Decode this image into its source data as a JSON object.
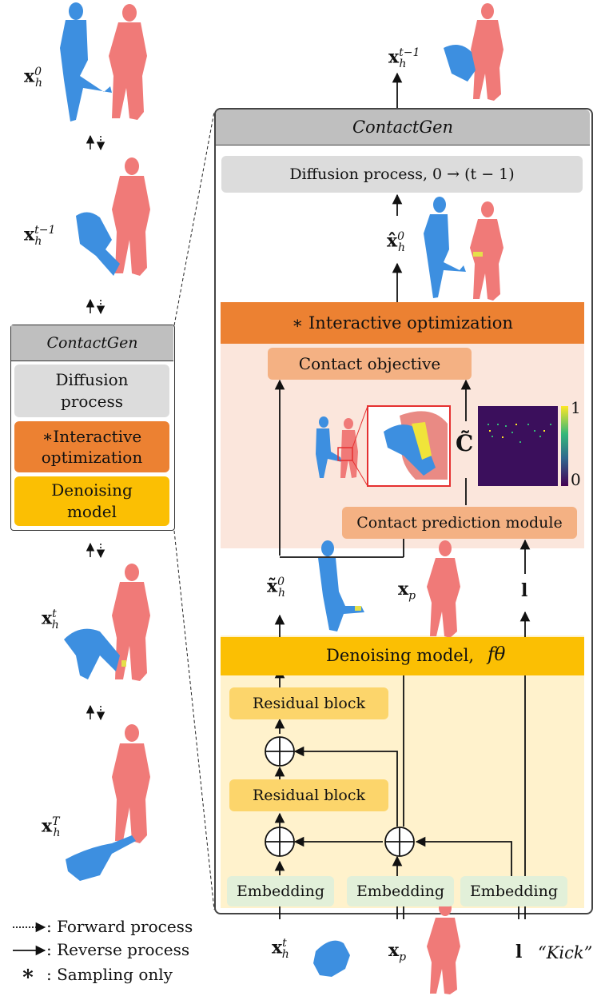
{
  "left_column": {
    "labels": {
      "x_h0": {
        "base": "x",
        "sub": "h",
        "sup": "0"
      },
      "x_ht1": {
        "base": "x",
        "sub": "h",
        "sup": "t−1"
      },
      "x_ht": {
        "base": "x",
        "sub": "h",
        "sup": "t"
      },
      "x_hT": {
        "base": "x",
        "sub": "h",
        "sup": "T"
      }
    },
    "mini_block": {
      "title": "ContactGen",
      "diffusion": "Diffusion process",
      "interactive": "∗Interactive optimization",
      "denoising": "Denoising model"
    }
  },
  "legend": {
    "forward": ": Forward process",
    "reverse": ": Reverse process",
    "sampling": ": Sampling only",
    "star": "∗"
  },
  "main_block": {
    "title": "ContactGen",
    "top_output": {
      "base": "x",
      "sub": "h",
      "sup": "t−1"
    },
    "diffusion_process": "Diffusion process, 0 → (t − 1)",
    "xhat_label": {
      "base": "x̂",
      "sub": "h",
      "sup": "0"
    },
    "interactive_optimization": "∗ Interactive optimization",
    "contact_objective": "Contact objective",
    "c_tilde": "C̃",
    "colorbar_max": "1",
    "colorbar_min": "0",
    "contact_prediction": "Contact prediction module",
    "xtilde_label": {
      "base": "x̃",
      "sub": "h",
      "sup": "0"
    },
    "xp_label": {
      "base": "x",
      "sub": "p"
    },
    "l_label": "l",
    "denoising_model": "Denoising model,",
    "f_theta": "fθ",
    "residual_block_1": "Residual block",
    "residual_block_2": "Residual block",
    "embedding_1": "Embedding",
    "embedding_2": "Embedding",
    "embedding_3": "Embedding"
  },
  "bottom_inputs": {
    "x_ht": {
      "base": "x",
      "sub": "h",
      "sup": "t"
    },
    "x_p": {
      "base": "x",
      "sub": "p"
    },
    "l": "l",
    "kick": "“Kick”"
  },
  "colors": {
    "blue_human": "#3d8fe0",
    "red_human": "#f07a78",
    "orange": "#ec8132",
    "peach_bg": "#fbe6dc",
    "yellow": "#fbbf03",
    "yellow_bg": "#fff2cc",
    "green_bg": "#e2f0d9",
    "gray_header": "#bfbfbf",
    "gray_box": "#dcdcdc"
  }
}
